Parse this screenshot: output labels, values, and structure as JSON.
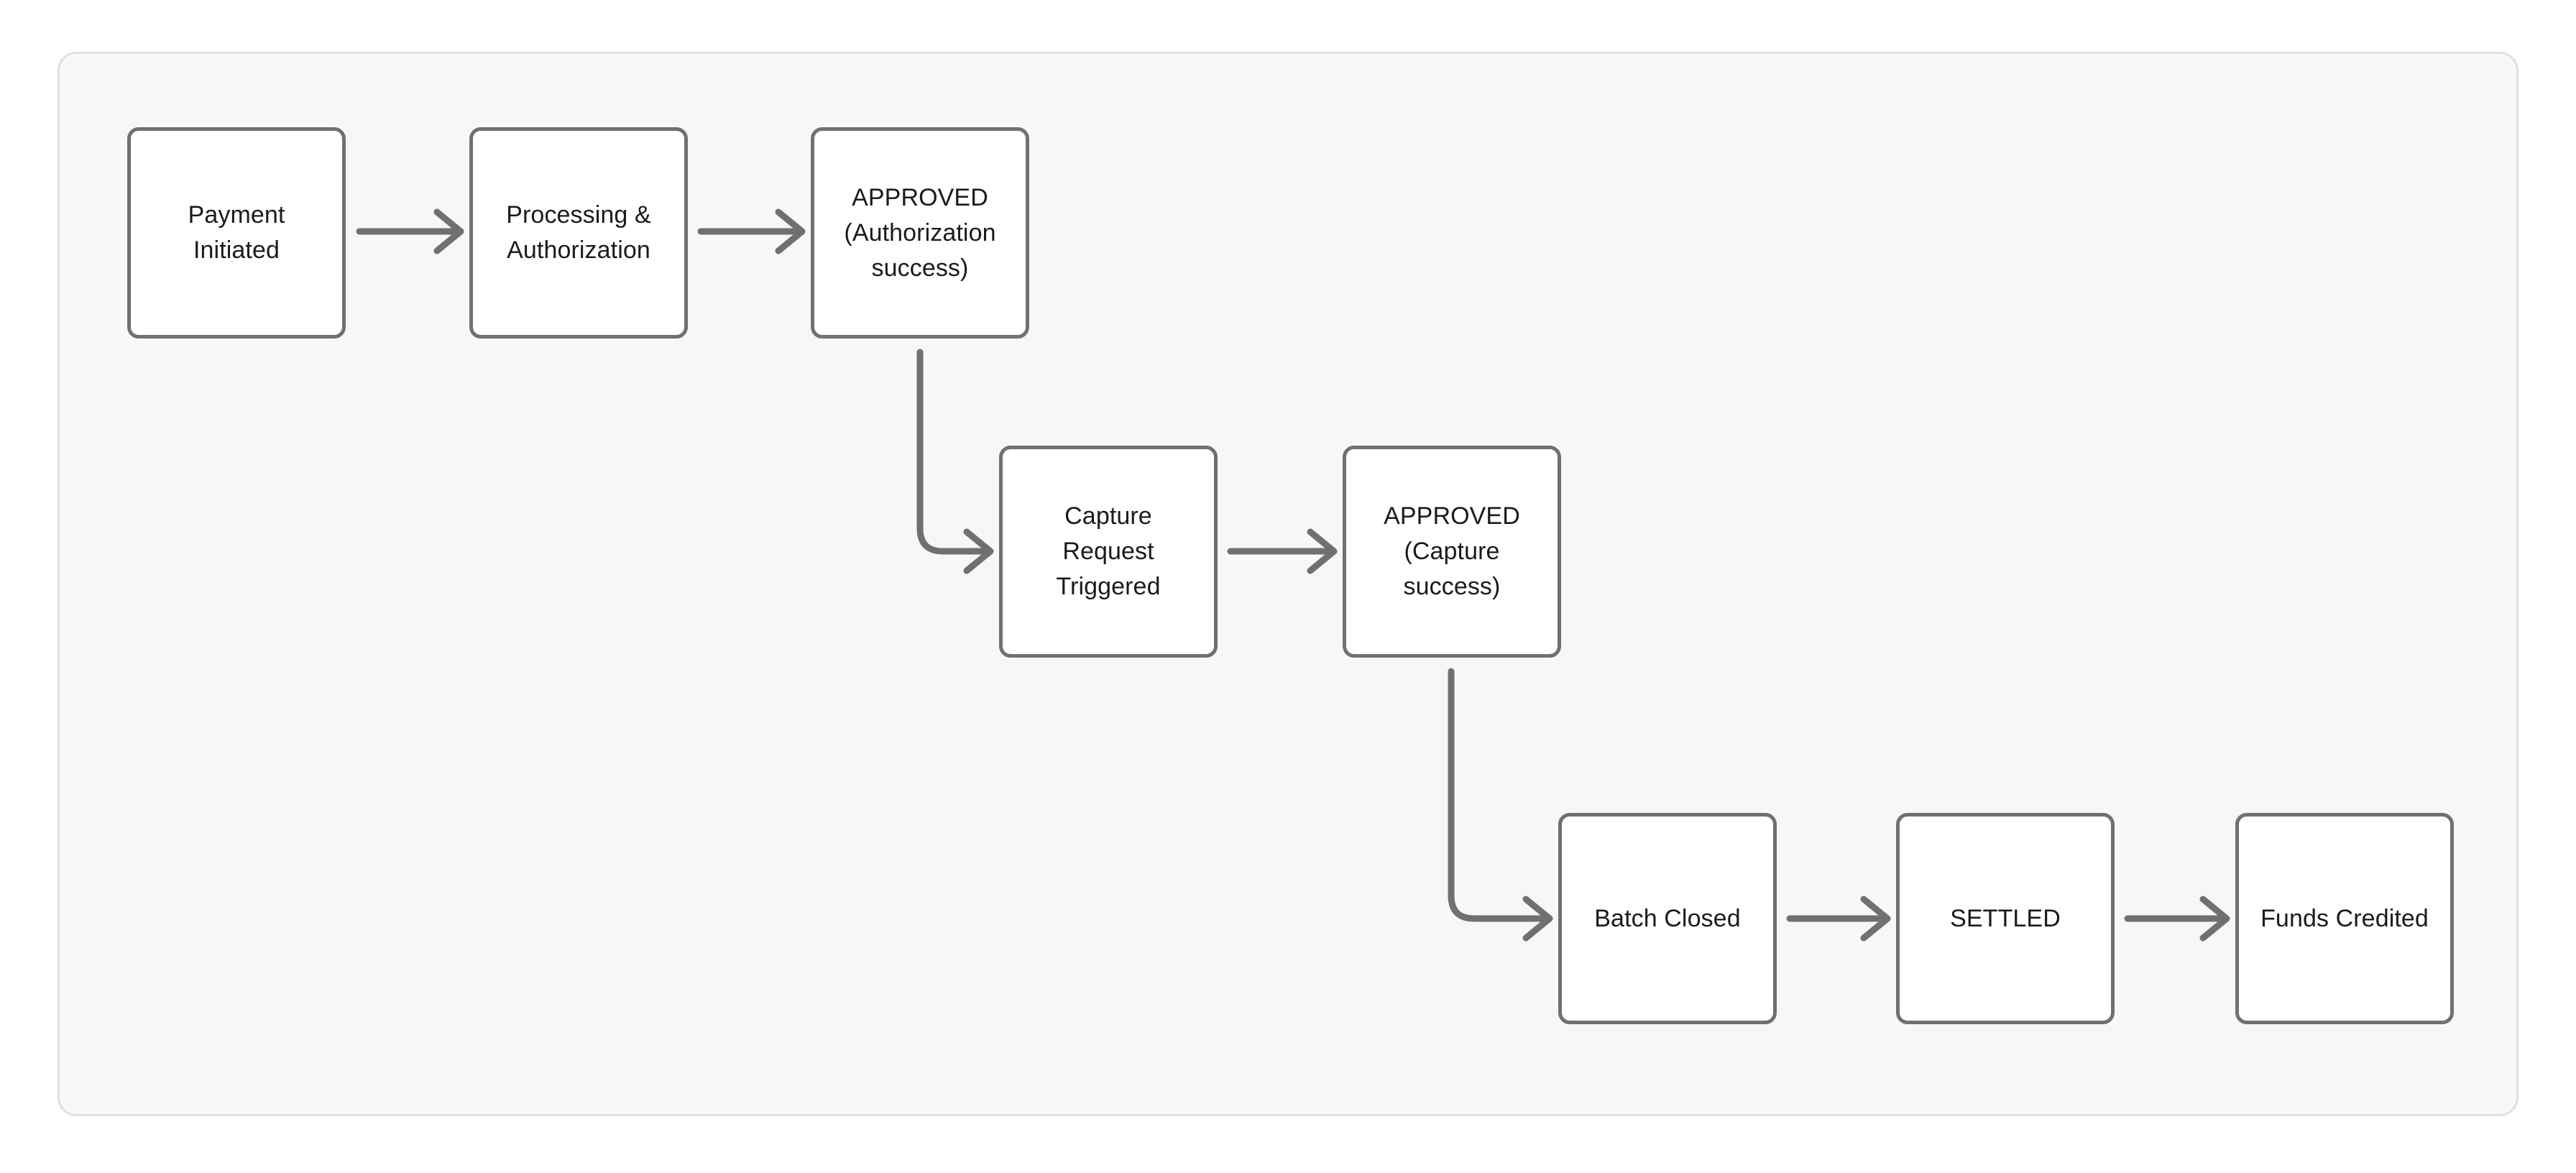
{
  "diagram": {
    "type": "flowchart",
    "title": "",
    "orientation": "left-to-right with step-down rows",
    "panel": {
      "background_color": "#f7f7f7",
      "border_color": "#e0e0e0"
    },
    "style": {
      "node_fill": "#ffffff",
      "node_border_color": "#707070",
      "connector_color": "#707070",
      "label_color": "#1b1b1b"
    },
    "nodes": [
      {
        "id": "payment-initiated",
        "label": "Payment\nInitiated",
        "row": 1
      },
      {
        "id": "processing-auth",
        "label": "Processing &\nAuthorization",
        "row": 1
      },
      {
        "id": "approved-authorization",
        "label": "APPROVED\n(Authorization\nsuccess)",
        "row": 1
      },
      {
        "id": "capture-request",
        "label": "Capture\nRequest\nTriggered",
        "row": 2
      },
      {
        "id": "approved-capture",
        "label": "APPROVED\n(Capture\nsuccess)",
        "row": 2
      },
      {
        "id": "batch-closed",
        "label": "Batch Closed",
        "row": 3
      },
      {
        "id": "settled",
        "label": "SETTLED",
        "row": 3
      },
      {
        "id": "funds-credited",
        "label": "Funds Credited",
        "row": 3
      }
    ],
    "edges": [
      {
        "from": "payment-initiated",
        "to": "processing-auth",
        "label": "",
        "shape": "straight-horizontal"
      },
      {
        "from": "processing-auth",
        "to": "approved-authorization",
        "label": "",
        "shape": "straight-horizontal"
      },
      {
        "from": "approved-authorization",
        "to": "capture-request",
        "label": "",
        "shape": "elbow-down-right"
      },
      {
        "from": "capture-request",
        "to": "approved-capture",
        "label": "",
        "shape": "straight-horizontal"
      },
      {
        "from": "approved-capture",
        "to": "batch-closed",
        "label": "",
        "shape": "elbow-down-right"
      },
      {
        "from": "batch-closed",
        "to": "settled",
        "label": "",
        "shape": "straight-horizontal"
      },
      {
        "from": "settled",
        "to": "funds-credited",
        "label": "",
        "shape": "straight-horizontal"
      }
    ]
  }
}
